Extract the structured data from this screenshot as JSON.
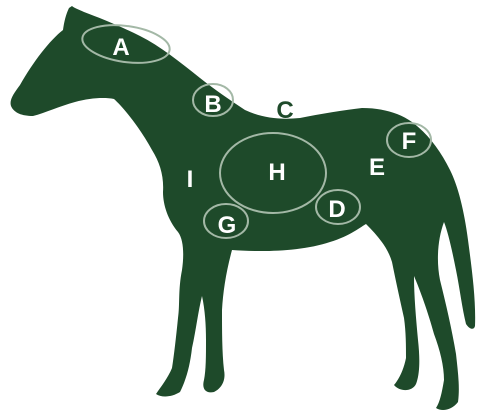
{
  "colors": {
    "horse": "#1e4a2a",
    "ring": "#a3b8a6",
    "label_light": "#ffffff",
    "label_dark": "#1e4a2a",
    "background": "#ffffff"
  },
  "labels": {
    "a": "A",
    "b": "B",
    "c": "C",
    "d": "D",
    "e": "E",
    "f": "F",
    "g": "G",
    "h": "H",
    "i": "I"
  }
}
